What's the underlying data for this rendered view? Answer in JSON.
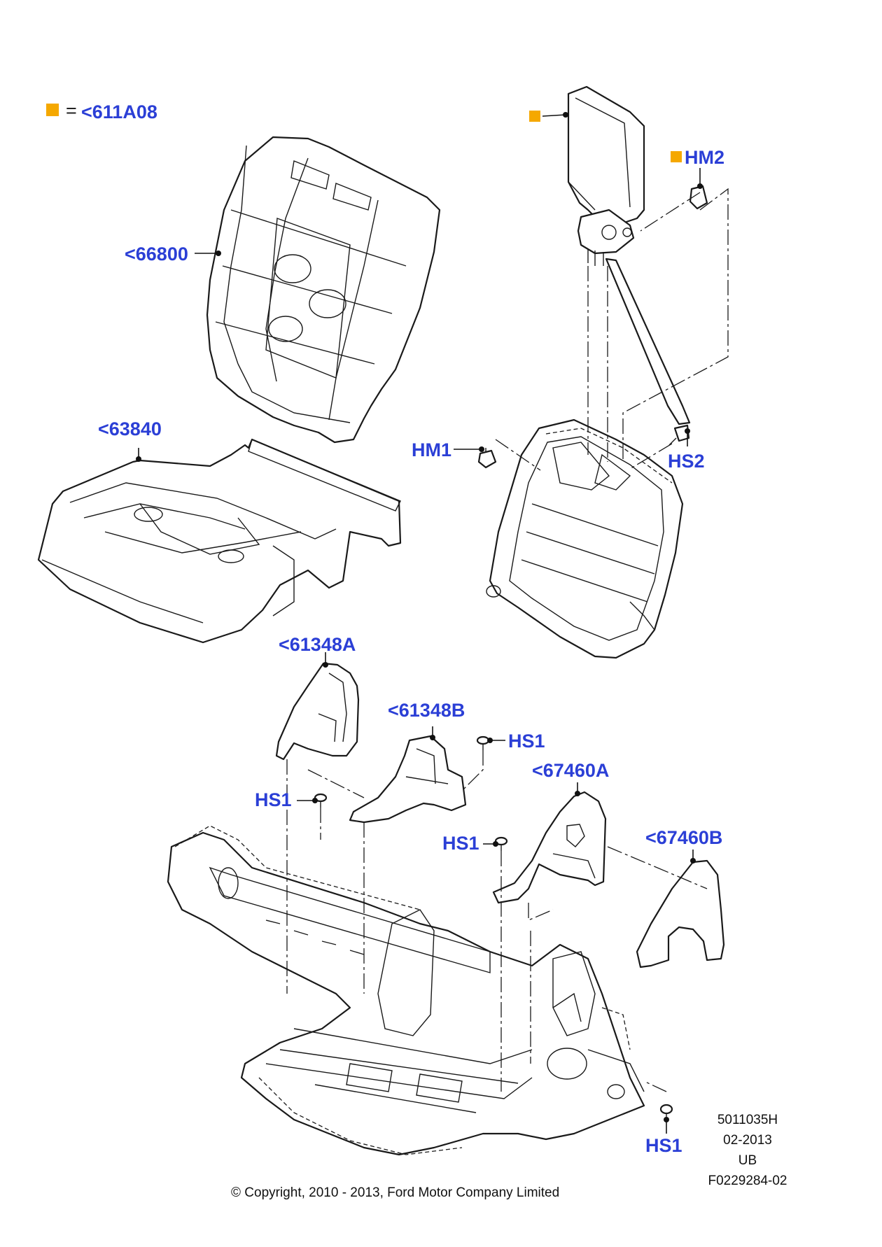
{
  "legend": {
    "equals": "=",
    "code": "<611A08",
    "marker_color": "#f5a800"
  },
  "labels": {
    "backrest_pad": "<66800",
    "cushion_pad": "<63840",
    "headrest_nut": "HM1",
    "headrest_guide": "HM2",
    "frame_bolt": "HS2",
    "trim_61348a": "<61348A",
    "trim_61348b": "<61348B",
    "trim_67460a": "<67460A",
    "trim_67460b": "<67460B",
    "screw_hs1_a": "HS1",
    "screw_hs1_b": "HS1",
    "screw_hs1_c": "HS1",
    "screw_hs1_d": "HS1"
  },
  "meta": {
    "drawing_number": "5011035H",
    "date": "02-2013",
    "code": "UB",
    "figure_id": "F0229284-02"
  },
  "copyright": "© Copyright, 2010 - 2013, Ford Motor Company Limited",
  "colors": {
    "label": "#2b3fd6",
    "marker": "#f5a800",
    "line": "#1a1a1a"
  }
}
